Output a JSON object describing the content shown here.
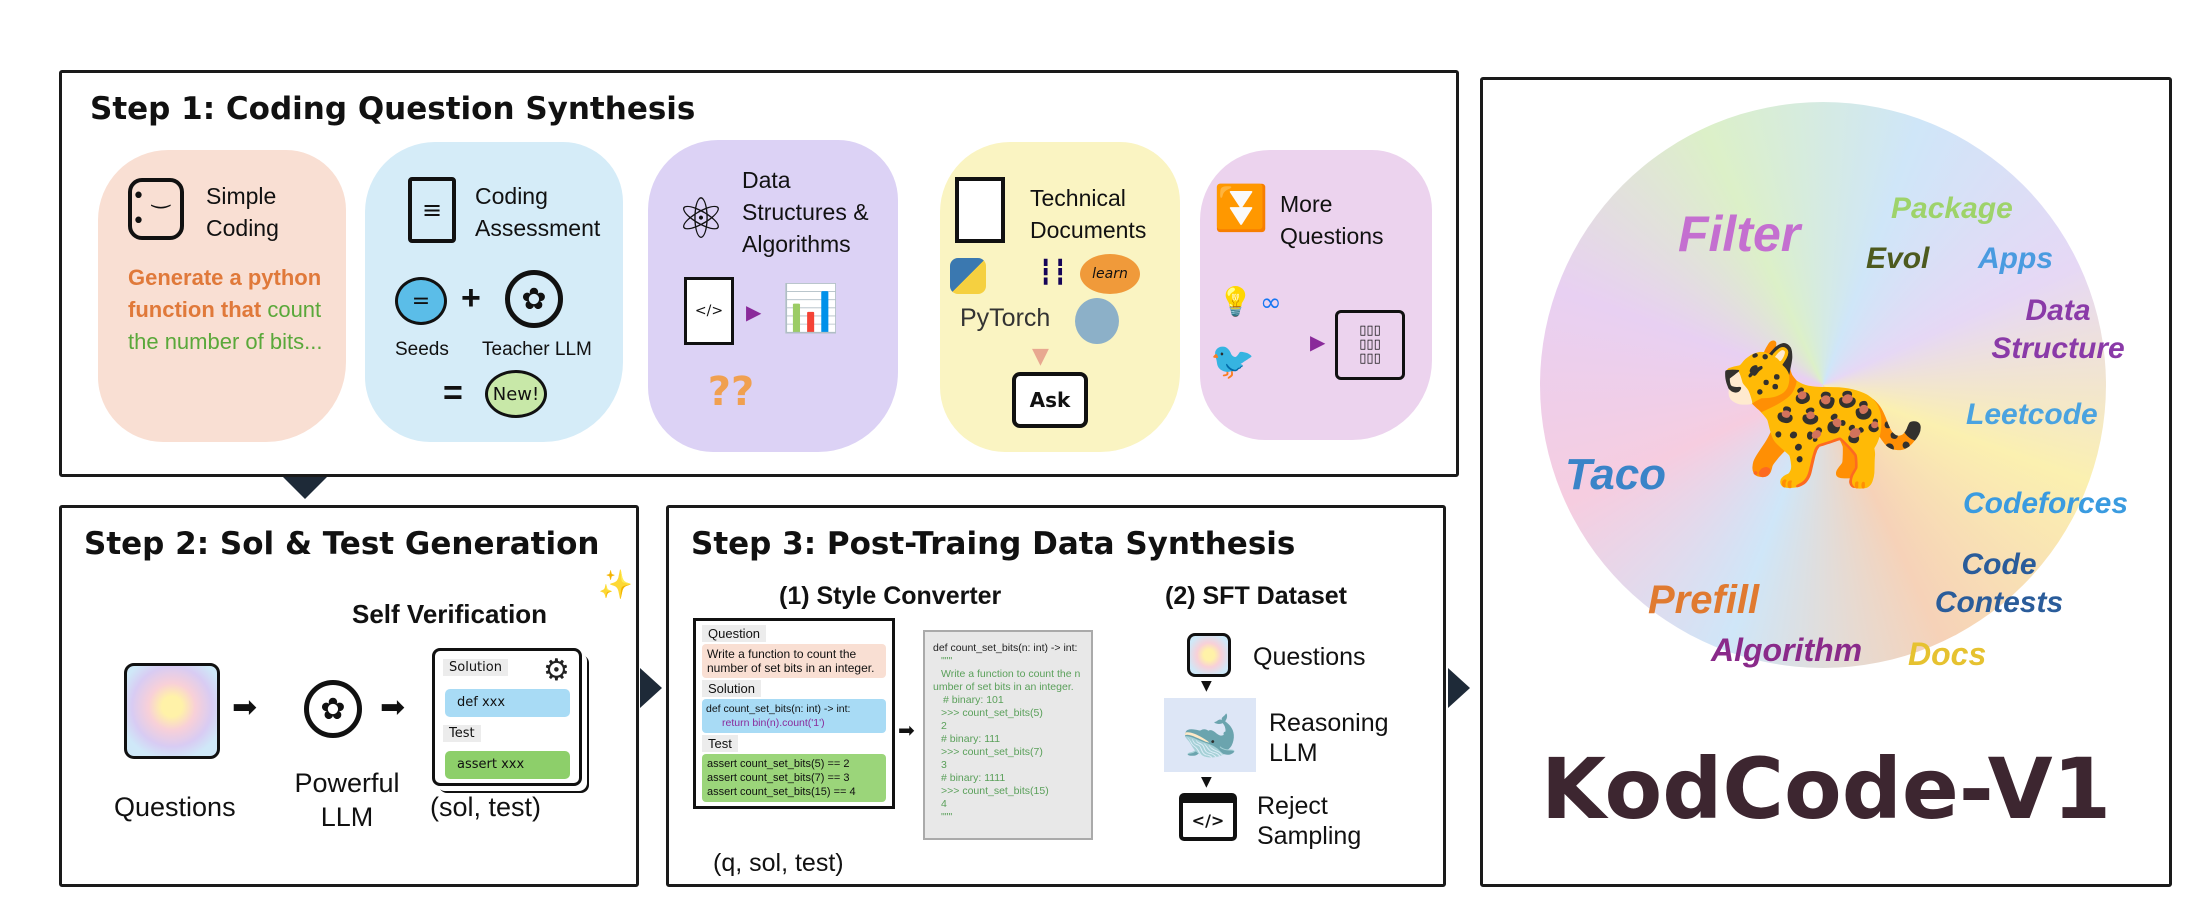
{
  "step1": {
    "title": "Step 1: Coding Question Synthesis",
    "cards": [
      {
        "label": "Simple Coding",
        "prompt_orange": "Generate a python function that",
        "prompt_green": "count the number of bits...",
        "color": "#f9dfd3"
      },
      {
        "label": "Coding Assessment",
        "seeds": "Seeds",
        "plus": "+",
        "teacher": "Teacher LLM",
        "equals": "=",
        "new": "New!",
        "color": "#d5ecf8"
      },
      {
        "label": "Data Structures & Algorithms",
        "color": "#dcd2f5"
      },
      {
        "label": "Technical Documents",
        "pytorch": "PyTorch",
        "learn": "learn",
        "ask": "Ask",
        "color": "#faf4c2"
      },
      {
        "label": "More Questions",
        "color": "#ecd3ee"
      }
    ]
  },
  "step2": {
    "title": "Step 2: Sol & Test Generation",
    "self_verification": "Self Verification",
    "questions": "Questions",
    "llm": "Powerful LLM",
    "output": "(sol, test)",
    "solution": "Solution",
    "def": "def xxx",
    "test": "Test",
    "assert": "assert xxx"
  },
  "step3": {
    "title": "Step 3: Post-Traing Data Synthesis",
    "converter": "(1) Style Converter",
    "sft": "(2) SFT Dataset",
    "triple": "(q, sol, test)",
    "q_tag": "Question",
    "q_text": "Write a function to count the number of set bits in an integer.",
    "s_tag": "Solution",
    "s_line1": "def count_set_bits(n: int) -> int:",
    "s_line2": "return bin(n).count('1')",
    "t_tag": "Test",
    "t_lines": [
      "assert count_set_bits(5) == 2",
      "assert count_set_bits(7) == 3",
      "assert count_set_bits(15) == 4"
    ],
    "converted": [
      "def count_set_bits(n: int) -> int:",
      "\"\"\"",
      "Write a function to count the n",
      "umber of set bits in an integer.",
      "# binary: 101",
      ">>> count_set_bits(5)",
      "2",
      "# binary: 111",
      ">>> count_set_bits(7)",
      "3",
      "# binary: 1111",
      ">>> count_set_bits(15)",
      "4",
      "\"\"\""
    ],
    "sft_items": [
      "Questions",
      "Reasoning LLM",
      "Reject Sampling"
    ]
  },
  "right": {
    "name": "KodCode-V1",
    "words": [
      {
        "t": "Filter",
        "c": "#c46fd0"
      },
      {
        "t": "Package",
        "c": "#9ed36a"
      },
      {
        "t": "Evol",
        "c": "#4d5a1e"
      },
      {
        "t": "Apps",
        "c": "#4a9be0"
      },
      {
        "t": "Data Structure",
        "c": "#8a3aa8"
      },
      {
        "t": "Leetcode",
        "c": "#4aa3e0"
      },
      {
        "t": "Taco",
        "c": "#3a84c8"
      },
      {
        "t": "Codeforces",
        "c": "#3a9be0"
      },
      {
        "t": "Code Contests",
        "c": "#2a5c9a"
      },
      {
        "t": "Prefill",
        "c": "#e07a30"
      },
      {
        "t": "Algorithm",
        "c": "#8a2a8a"
      },
      {
        "t": "Docs",
        "c": "#e6c230"
      }
    ]
  }
}
